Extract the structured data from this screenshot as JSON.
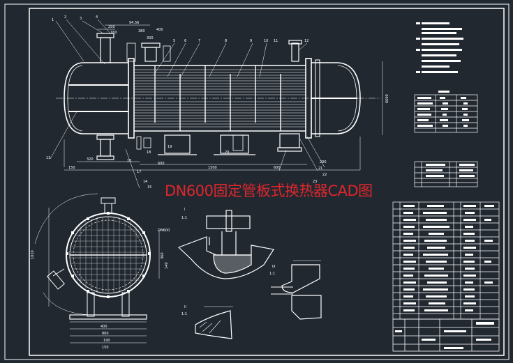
{
  "title": "DN600固定管板式换热器CAD图",
  "colors": {
    "background": "#212830",
    "lines": "#ffffff",
    "title": "#e0262d"
  },
  "labels": {
    "leaders_top": [
      "1",
      "2",
      "3",
      "4",
      "5",
      "6",
      "7",
      "8",
      "9",
      "10",
      "11",
      "12"
    ],
    "leaders_bottom": [
      "13",
      "14",
      "15",
      "16",
      "17",
      "18",
      "19",
      "20",
      "21",
      "22",
      "23"
    ],
    "dims_top": [
      "94.56",
      "250",
      "160",
      "380",
      "300",
      "400"
    ],
    "dims_bottom": [
      "150",
      "320",
      "600",
      "1500",
      "600",
      "200"
    ],
    "dim_height": "6600",
    "section_labels": [
      "I",
      "II",
      "III"
    ],
    "section_scale": "1:1",
    "dn_label": "DN600",
    "end_view_dims": [
      "1010",
      "400",
      "800",
      "190",
      "150",
      "360",
      "140"
    ]
  }
}
